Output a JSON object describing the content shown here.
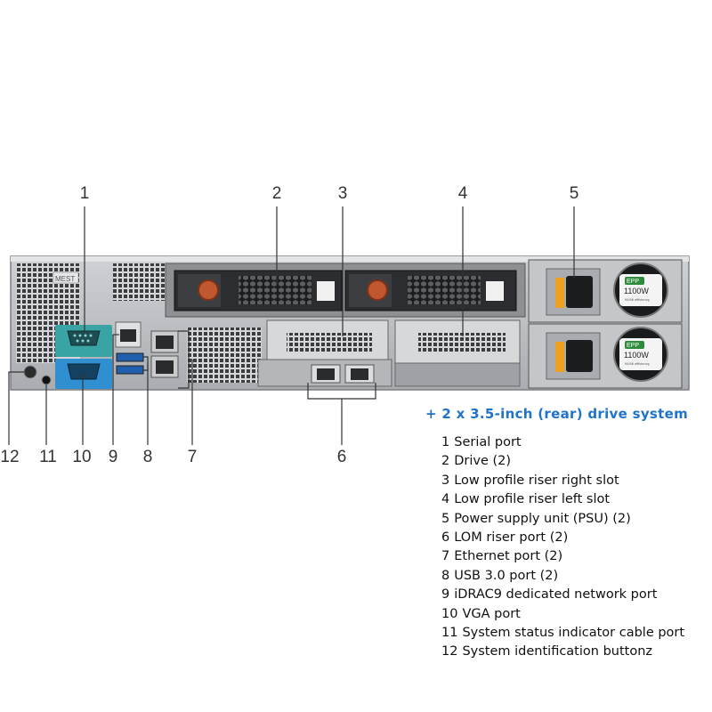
{
  "callouts": [
    "1",
    "2",
    "3",
    "4",
    "5",
    "6",
    "7",
    "8",
    "9",
    "10",
    "11",
    "12"
  ],
  "bezel": {
    "label": "MEST"
  },
  "psu": {
    "badge": "EPP",
    "rating": "1100W",
    "note": "94/96 efficiency"
  },
  "heading": "+ 2 x 3.5-inch (rear) drive system",
  "legend": [
    {
      "num": "1",
      "text": "Serial port"
    },
    {
      "num": "2",
      "text": "Drive (2)"
    },
    {
      "num": "3",
      "text": "Low profile riser right slot"
    },
    {
      "num": "4",
      "text": "Low profile riser left slot"
    },
    {
      "num": "5",
      "text": "Power supply unit (PSU) (2)"
    },
    {
      "num": "6",
      "text": "LOM riser port (2)"
    },
    {
      "num": "7",
      "text": "Ethernet port (2)"
    },
    {
      "num": "8",
      "text": "USB 3.0 port (2)"
    },
    {
      "num": "9",
      "text": "iDRAC9 dedicated network port"
    },
    {
      "num": "10",
      "text": "VGA port"
    },
    {
      "num": "11",
      "text": "System status indicator cable port"
    },
    {
      "num": "12",
      "text": "System identification buttonz"
    }
  ],
  "colors": {
    "heading": "#1f73c8",
    "chassis": "#b9bcbf",
    "serial_port": "#3aa3a3",
    "vga_port": "#2f8fd0",
    "psu_latch": "#f0a020",
    "psu_badge": "#2e8b3c"
  }
}
